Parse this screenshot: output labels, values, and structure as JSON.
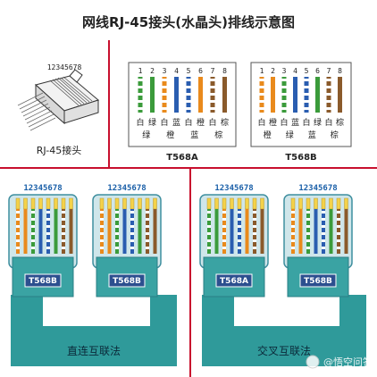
{
  "title": "网线RJ-45接头(水晶头)排线示意图",
  "connector": {
    "pin_label": "12345678",
    "caption": "RJ-45接头"
  },
  "standards": {
    "pins": [
      "1",
      "2",
      "3",
      "4",
      "5",
      "6",
      "7",
      "8"
    ],
    "t568a": {
      "caption": "T568A",
      "colors": [
        "#3b9b3b",
        "#3b9b3b",
        "#e98a1c",
        "#2a5db0",
        "#2a5db0",
        "#e98a1c",
        "#8a5a2b",
        "#8a5a2b"
      ],
      "striped": [
        true,
        false,
        true,
        false,
        true,
        false,
        true,
        false
      ],
      "label_top": [
        "白",
        "绿",
        "白",
        "蓝",
        "白",
        "橙",
        "白",
        "棕"
      ],
      "label_bottom": [
        "绿",
        "",
        "橙",
        "",
        "蓝",
        "",
        "棕",
        ""
      ]
    },
    "t568b": {
      "caption": "T568B",
      "colors": [
        "#e98a1c",
        "#e98a1c",
        "#3b9b3b",
        "#2a5db0",
        "#2a5db0",
        "#3b9b3b",
        "#8a5a2b",
        "#8a5a2b"
      ],
      "striped": [
        true,
        false,
        true,
        false,
        true,
        false,
        true,
        false
      ],
      "label_top": [
        "白",
        "橙",
        "白",
        "蓝",
        "白",
        "绿",
        "白",
        "棕"
      ],
      "label_bottom": [
        "橙",
        "",
        "绿",
        "",
        "蓝",
        "",
        "棕",
        ""
      ]
    }
  },
  "cables": {
    "straight": {
      "caption": "直连互联法",
      "left_plug": {
        "pin_label": "12345678",
        "badge": "T568B",
        "standard": "t568b"
      },
      "right_plug": {
        "pin_label": "12345678",
        "badge": "T568B",
        "standard": "t568b"
      }
    },
    "crossover": {
      "caption": "交叉互联法",
      "left_plug": {
        "pin_label": "12345678",
        "badge": "T568A",
        "standard": "t568a"
      },
      "right_plug": {
        "pin_label": "12345678",
        "badge": "T568B",
        "standard": "t568b"
      }
    }
  },
  "watermark": "@悟空问答",
  "colors": {
    "divider": "#c8102e",
    "cable_teal": "#2f9a9a",
    "plug_outline": "#3f8f9f",
    "badge_blue": "#2c4f8f",
    "box_border": "#555555"
  }
}
